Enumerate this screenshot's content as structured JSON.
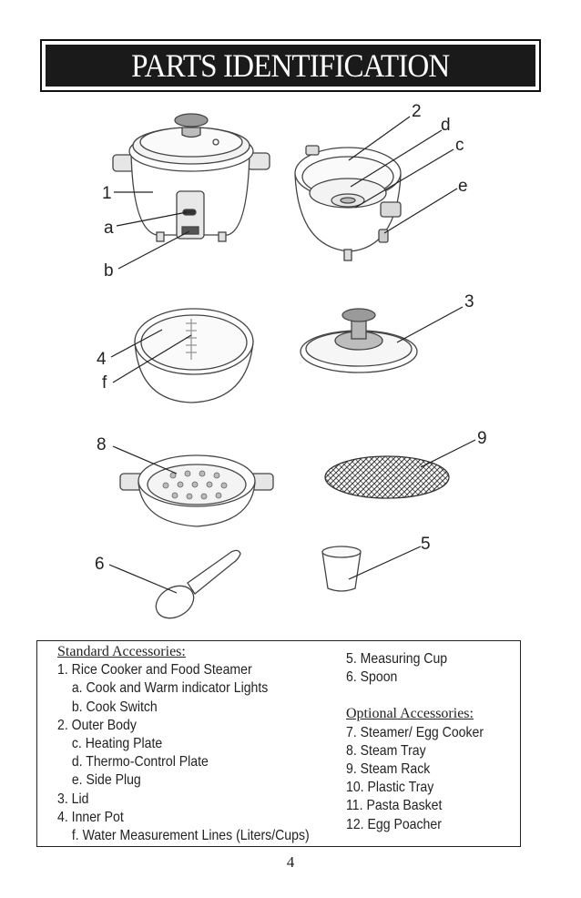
{
  "title": "PARTS IDENTIFICATION",
  "callouts": {
    "n1": "1",
    "a": "a",
    "b": "b",
    "n2": "2",
    "d": "d",
    "c": "c",
    "e": "e",
    "n3": "3",
    "n4": "4",
    "f": "f",
    "n8": "8",
    "n9": "9",
    "n6": "6",
    "n5": "5"
  },
  "standard": {
    "heading": "Standard Accessories:",
    "items": [
      "1. Rice Cooker and Food Steamer",
      "a. Cook and Warm indicator Lights",
      "b. Cook Switch",
      "2. Outer Body",
      "c. Heating Plate",
      "d. Thermo-Control Plate",
      "e. Side Plug",
      "3. Lid",
      "4. Inner Pot",
      "f. Water Measurement Lines (Liters/Cups)",
      "5. Measuring Cup",
      "6. Spoon"
    ]
  },
  "optional": {
    "heading": "Optional Accessories:",
    "items": [
      "7. Steamer/ Egg Cooker",
      "8. Steam Tray",
      "9. Steam Rack",
      "10. Plastic Tray",
      "11. Pasta Basket",
      "12. Egg Poacher"
    ]
  },
  "page_number": "4"
}
